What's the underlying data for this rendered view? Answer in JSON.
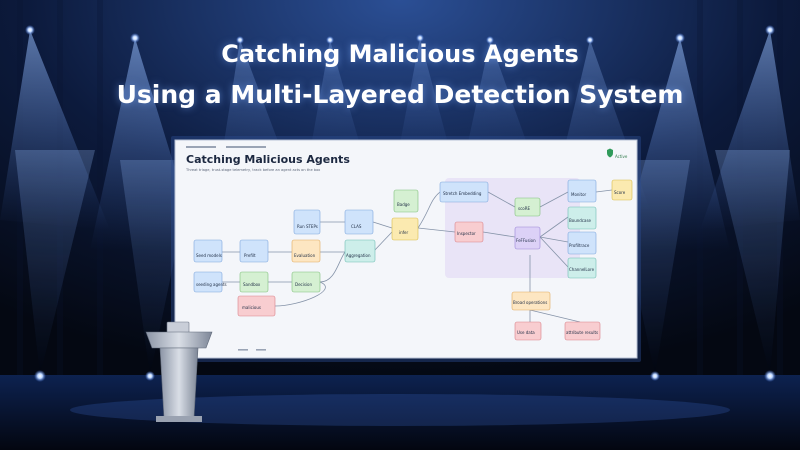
{
  "title": {
    "line1": "Catching Malicious Agents",
    "line2": "Using a Multi-Layered Detection System"
  },
  "screen": {
    "heading": "Catching Malicious Agents",
    "subheading": "Threat triage, trust-stage telemetry, track before an agent acts on the box",
    "status_label": "Active",
    "nodes": [
      {
        "id": "n1",
        "label": "Seed models"
      },
      {
        "id": "n2",
        "label": "seeding agents"
      },
      {
        "id": "n3",
        "label": "Prefilt"
      },
      {
        "id": "n4",
        "label": "Sandbox"
      },
      {
        "id": "n5",
        "label": "Run STEPs"
      },
      {
        "id": "n6",
        "label": "Evaluation"
      },
      {
        "id": "n7",
        "label": "Decision"
      },
      {
        "id": "n8",
        "label": "malicious"
      },
      {
        "id": "n9",
        "label": "CLAS"
      },
      {
        "id": "n10",
        "label": "Aggregation"
      },
      {
        "id": "n11",
        "label": "Badge"
      },
      {
        "id": "n12",
        "label": "infer"
      },
      {
        "id": "n13",
        "label": "Inspector"
      },
      {
        "id": "n14",
        "label": "Stretch Embedding"
      },
      {
        "id": "n15",
        "label": "scoRE"
      },
      {
        "id": "n16",
        "label": "FeFFusion"
      },
      {
        "id": "n17",
        "label": "Monitor"
      },
      {
        "id": "n18",
        "label": "Score"
      },
      {
        "id": "n19",
        "label": "Boundcase"
      },
      {
        "id": "n20",
        "label": "Profiltrace"
      },
      {
        "id": "n21",
        "label": "ChannelLore"
      },
      {
        "id": "n22",
        "label": "Broad operations"
      },
      {
        "id": "n23",
        "label": "Use data"
      },
      {
        "id": "n24",
        "label": "attribute results"
      }
    ]
  },
  "colors": {
    "background": "#050a18",
    "screen": "#f4f6fa",
    "node_blue": "#cfe3fb",
    "node_green": "#d5f0d2",
    "node_orange": "#fde6c2",
    "node_purple": "#dcd1f7",
    "node_red": "#f8cdd0",
    "node_teal": "#cdeeea",
    "node_yellow": "#fbeab0"
  },
  "icons": [
    "stage-light-icon",
    "podium-icon",
    "laptop-icon",
    "shield-icon"
  ]
}
